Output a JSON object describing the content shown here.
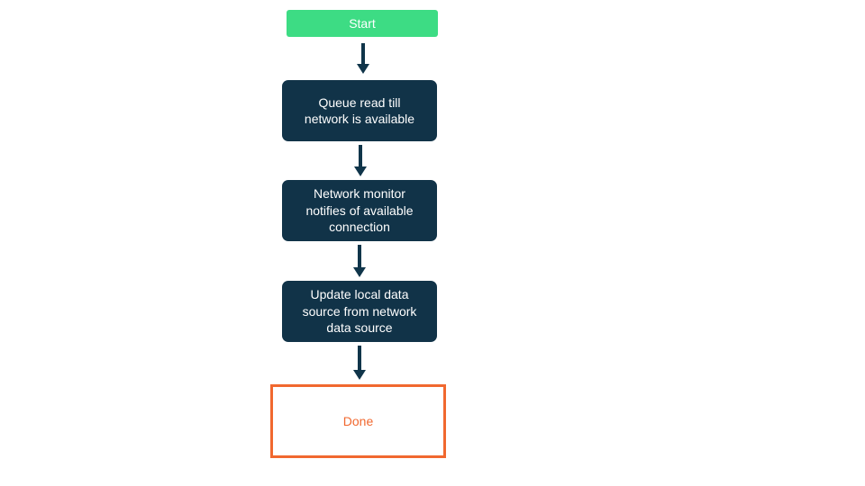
{
  "diagram": {
    "type": "flowchart",
    "direction": "top-down",
    "nodes": [
      {
        "id": "start",
        "type": "start",
        "label": "Start"
      },
      {
        "id": "queue",
        "type": "process",
        "label": "Queue read till network is available"
      },
      {
        "id": "monitor",
        "type": "process",
        "label": "Network monitor notifies of available connection"
      },
      {
        "id": "update",
        "type": "process",
        "label": "Update local data source from network data source"
      },
      {
        "id": "done",
        "type": "end",
        "label": "Done"
      }
    ],
    "edges": [
      {
        "from": "start",
        "to": "queue"
      },
      {
        "from": "queue",
        "to": "monitor"
      },
      {
        "from": "monitor",
        "to": "update"
      },
      {
        "from": "update",
        "to": "done"
      }
    ],
    "colors": {
      "start_fill": "#3ddc84",
      "process_fill": "#113348",
      "end_border": "#f1682f",
      "end_text": "#f1682f",
      "arrow": "#10354a",
      "text_on_fill": "#ffffff"
    }
  }
}
